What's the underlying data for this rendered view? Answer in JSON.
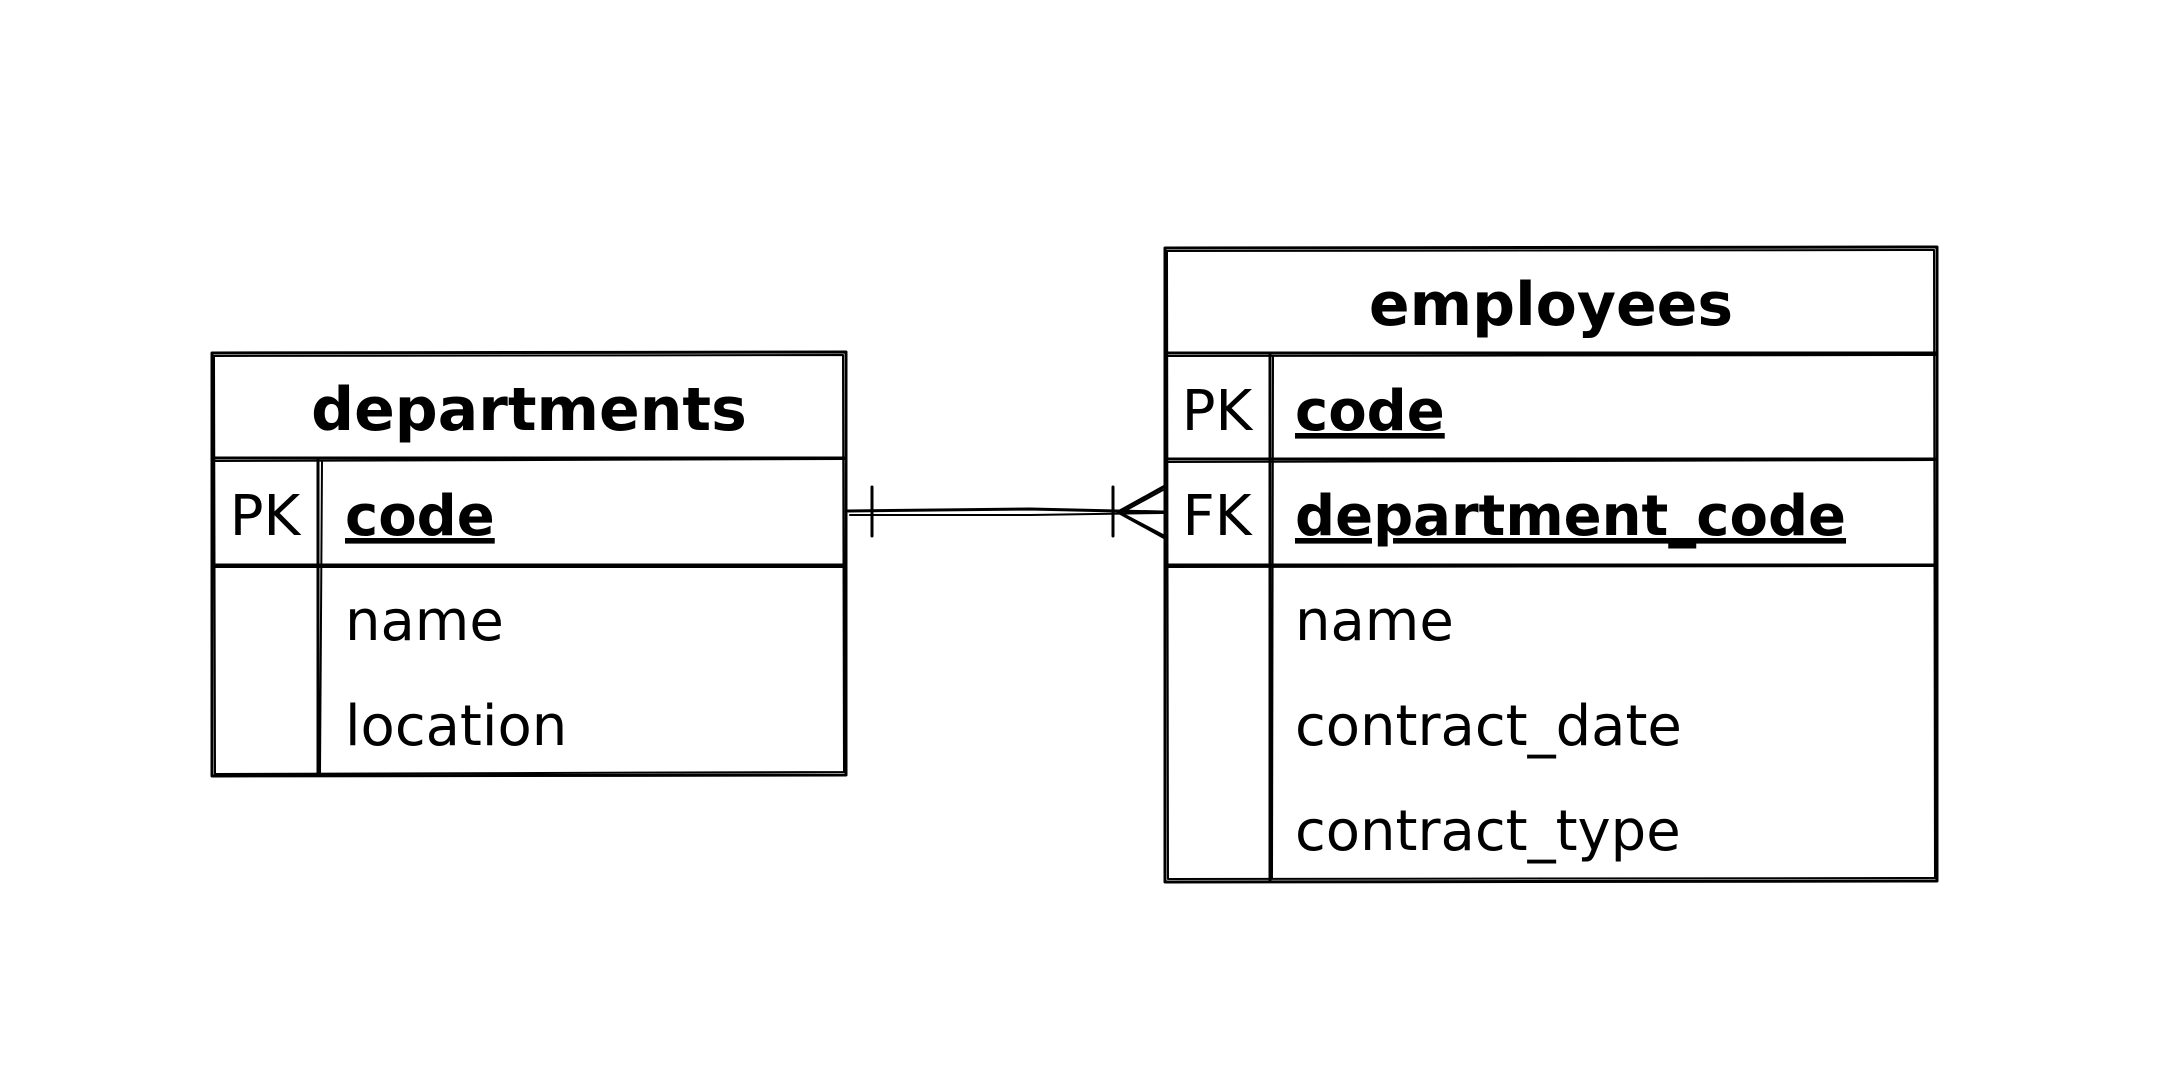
{
  "diagram": {
    "colors": {
      "ink": "#000000",
      "background": "#ffffff"
    },
    "tables": [
      {
        "name": "departments",
        "rows": [
          {
            "key": "PK",
            "field": "code"
          },
          {
            "key": "",
            "field": "name"
          },
          {
            "key": "",
            "field": "location"
          }
        ]
      },
      {
        "name": "employees",
        "rows": [
          {
            "key": "PK",
            "field": "code"
          },
          {
            "key": "FK",
            "field": "department_code"
          },
          {
            "key": "",
            "field": "name"
          },
          {
            "key": "",
            "field": "contract_date"
          },
          {
            "key": "",
            "field": "contract_type"
          }
        ]
      }
    ],
    "relationship": {
      "from": "departments.code",
      "to": "employees.department_code",
      "cardinality_from": "one-and-only-one",
      "cardinality_to": "one-or-many"
    }
  }
}
